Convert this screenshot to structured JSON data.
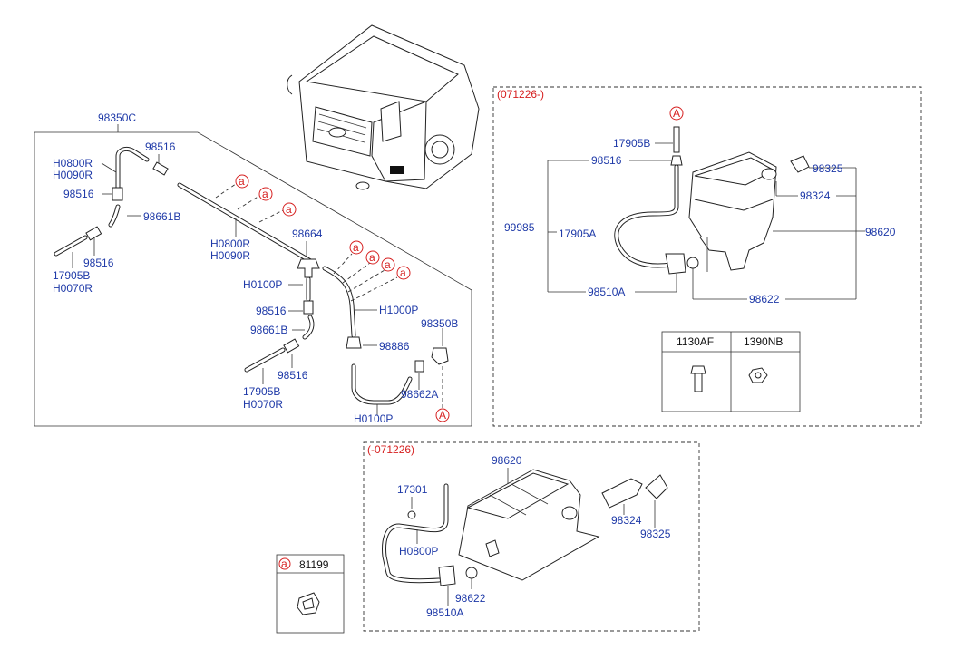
{
  "labels": {
    "main_assy": "98350C",
    "h0800r_left": "H0800R",
    "h0090r_left": "H0090R",
    "c98516_top": "98516",
    "c98516_l1": "98516",
    "c98661b_l": "98661B",
    "c98516_l2": "98516",
    "c17905b_l": "17905B",
    "h0070r_l": "H0070R",
    "h0800r_mid": "H0800R",
    "h0090r_mid": "H0090R",
    "c98664": "98664",
    "h0100p_mid": "H0100P",
    "c98516_m1": "98516",
    "c98661b_m": "98661B",
    "c98516_m2": "98516",
    "c17905b_m": "17905B",
    "h0070r_m": "H0070R",
    "h1000p": "H1000P",
    "c98350b": "98350B",
    "c98886": "98886",
    "c98662a": "98662A",
    "h0100p_low": "H0100P",
    "a_marker": "a",
    "A_marker": "A"
  },
  "right_box": {
    "date_label": "(071226-)",
    "c17905b": "17905B",
    "c98516": "98516",
    "c99985": "99985",
    "c17905a": "17905A",
    "c98510a": "98510A",
    "c98325": "98325",
    "c98324": "98324",
    "c98620": "98620",
    "c98622": "98622",
    "fastener_table": {
      "col1": "1130AF",
      "col2": "1390NB"
    }
  },
  "bottom_box": {
    "date_label": "(-071226)",
    "c98620": "98620",
    "c17301": "17301",
    "h0800p": "H0800P",
    "c98324": "98324",
    "c98325": "98325",
    "c98622": "98622",
    "c98510a": "98510A"
  },
  "legend": {
    "marker": "a",
    "part_no": "81199"
  },
  "colors": {
    "label": "#1f3aa8",
    "marker": "#d62020",
    "line": "#222222"
  }
}
